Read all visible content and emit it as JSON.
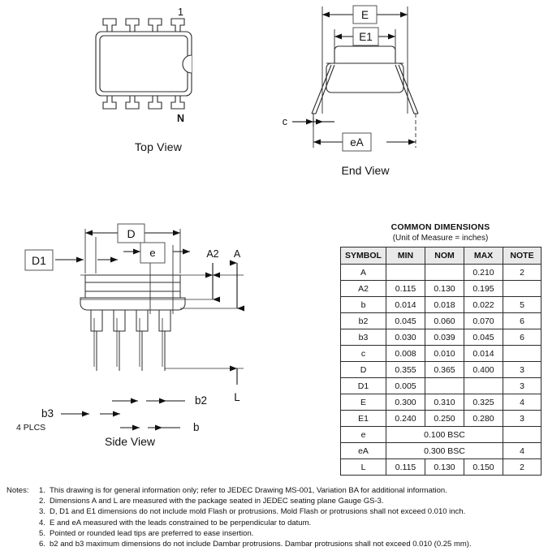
{
  "views": {
    "top": {
      "label": "Top View",
      "pin_first": "1",
      "pin_last": "N"
    },
    "end": {
      "label": "End View",
      "dims": [
        "E",
        "E1",
        "eA",
        "c"
      ]
    },
    "side": {
      "label": "Side View",
      "dims": [
        "D",
        "D1",
        "e",
        "A2",
        "A",
        "L",
        "b2",
        "b3",
        "b"
      ],
      "plcs_note": "4 PLCS"
    }
  },
  "table": {
    "title": "COMMON DIMENSIONS",
    "subtitle": "(Unit of Measure = inches)",
    "headers": [
      "SYMBOL",
      "MIN",
      "NOM",
      "MAX",
      "NOTE"
    ],
    "rows": [
      {
        "symbol": "A",
        "min": "",
        "nom": "",
        "max": "0.210",
        "note": "2",
        "span": false
      },
      {
        "symbol": "A2",
        "min": "0.115",
        "nom": "0.130",
        "max": "0.195",
        "note": "",
        "span": false
      },
      {
        "symbol": "b",
        "min": "0.014",
        "nom": "0.018",
        "max": "0.022",
        "note": "5",
        "span": false
      },
      {
        "symbol": "b2",
        "min": "0.045",
        "nom": "0.060",
        "max": "0.070",
        "note": "6",
        "span": false
      },
      {
        "symbol": "b3",
        "min": "0.030",
        "nom": "0.039",
        "max": "0.045",
        "note": "6",
        "span": false
      },
      {
        "symbol": "c",
        "min": "0.008",
        "nom": "0.010",
        "max": "0.014",
        "note": "",
        "span": false
      },
      {
        "symbol": "D",
        "min": "0.355",
        "nom": "0.365",
        "max": "0.400",
        "note": "3",
        "span": false
      },
      {
        "symbol": "D1",
        "min": "0.005",
        "nom": "",
        "max": "",
        "note": "3",
        "span": false
      },
      {
        "symbol": "E",
        "min": "0.300",
        "nom": "0.310",
        "max": "0.325",
        "note": "4",
        "span": false
      },
      {
        "symbol": "E1",
        "min": "0.240",
        "nom": "0.250",
        "max": "0.280",
        "note": "3",
        "span": false
      },
      {
        "symbol": "e",
        "spanned": "0.100 BSC",
        "note": "",
        "span": true
      },
      {
        "symbol": "eA",
        "spanned": "0.300 BSC",
        "note": "4",
        "span": true
      },
      {
        "symbol": "L",
        "min": "0.115",
        "nom": "0.130",
        "max": "0.150",
        "note": "2",
        "span": false
      }
    ]
  },
  "notes": {
    "label": "Notes:",
    "items": [
      {
        "num": "1.",
        "text": "This drawing is for general information only; refer to JEDEC Drawing MS-001, Variation BA for additional information."
      },
      {
        "num": "2.",
        "text": "Dimensions A and L are measured with the package seated in JEDEC seating plane Gauge GS-3."
      },
      {
        "num": "3.",
        "text": "D, D1 and E1 dimensions do not include mold Flash or protrusions.  Mold Flash or protrusions shall not exceed 0.010 inch."
      },
      {
        "num": "4.",
        "text": "E and eA measured with the leads constrained to be perpendicular to datum."
      },
      {
        "num": "5.",
        "text": "Pointed or rounded lead tips are preferred to ease insertion."
      },
      {
        "num": "6.",
        "text": "b2 and b3 maximum dimensions do not include Dambar protrusions.  Dambar protrusions shall not exceed 0.010 (0.25 mm)."
      }
    ]
  },
  "colors": {
    "line": "#2b2b2b",
    "text": "#111111",
    "header_fill": "#e9e9e9",
    "background": "#ffffff"
  }
}
